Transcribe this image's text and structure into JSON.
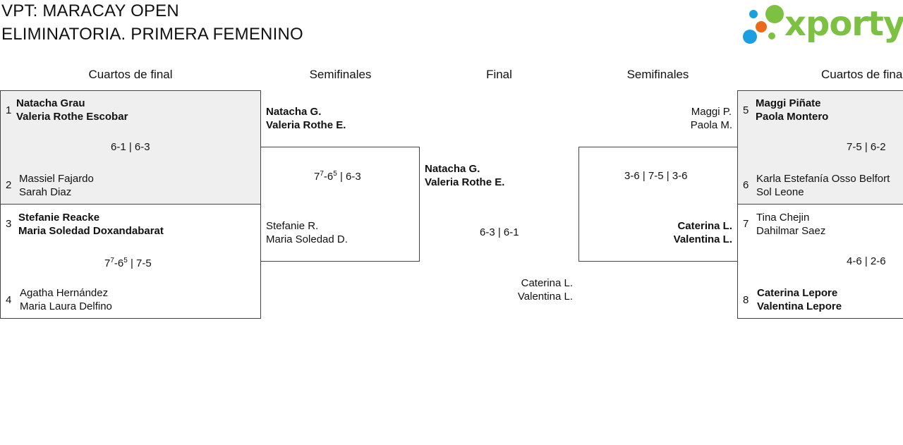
{
  "header": {
    "title_line1": "VPT: MARACAY OPEN",
    "title_line2": "ELIMINATORIA. PRIMERA FEMENINO",
    "logo_text": "xporty"
  },
  "colors": {
    "logo_green": "#7dc142",
    "logo_blue": "#1a9fe0",
    "logo_orange": "#ec6a1c",
    "shade": "#efefef"
  },
  "rounds": {
    "left_qf": "Cuartos de final",
    "left_sf": "Semifinales",
    "final": "Final",
    "right_sf": "Semifinales",
    "right_qf": "Cuartos de final"
  },
  "left_qf": {
    "m1": {
      "seed_top": "1",
      "top_p1": "Natacha Grau",
      "top_p2": "Valeria Rothe Escobar",
      "score": "6-1 | 6-3",
      "seed_bottom": "2",
      "bottom_p1": "Massiel Fajardo",
      "bottom_p2": "Sarah Diaz"
    },
    "m2": {
      "seed_top": "3",
      "top_p1": "Stefanie Reacke",
      "top_p2": "Maria Soledad Doxandabarat",
      "score_s1a": "7",
      "score_s1a_tb": "7",
      "score_s1b": "-6",
      "score_s1b_tb": "5",
      "score_rest": " | 7-5",
      "seed_bottom": "4",
      "bottom_p1": "Agatha Hernández",
      "bottom_p2": "Maria Laura Delfino"
    }
  },
  "left_sf": {
    "top_p1": "Natacha G.",
    "top_p2": "Valeria Rothe E.",
    "score_s1a": "7",
    "score_s1a_tb": "7",
    "score_s1b": "-6",
    "score_s1b_tb": "5",
    "score_rest": " | 6-3",
    "bottom_p1": "Stefanie R.",
    "bottom_p2": "Maria Soledad D."
  },
  "final": {
    "top_p1": "Natacha G.",
    "top_p2": "Valeria Rothe E.",
    "score": "6-3 | 6-1",
    "bottom_p1": "Caterina L.",
    "bottom_p2": "Valentina L."
  },
  "right_sf": {
    "top_p1": "Maggi P.",
    "top_p2": "Paola M.",
    "score": "3-6 | 7-5 | 3-6",
    "bottom_p1": "Caterina L.",
    "bottom_p2": "Valentina L."
  },
  "right_qf": {
    "m1": {
      "seed_top": "5",
      "top_p1": "Maggi Piñate",
      "top_p2": "Paola Montero",
      "score": "7-5 | 6-2",
      "seed_bottom": "6",
      "bottom_p1": "Karla Estefanía Osso Belfort",
      "bottom_p2": "Sol Leone"
    },
    "m2": {
      "seed_top": "7",
      "top_p1": "Tina Chejin",
      "top_p2": "Dahilmar Saez",
      "score": "4-6 | 2-6",
      "seed_bottom": "8",
      "bottom_p1": "Caterina Lepore",
      "bottom_p2": "Valentina Lepore"
    }
  }
}
